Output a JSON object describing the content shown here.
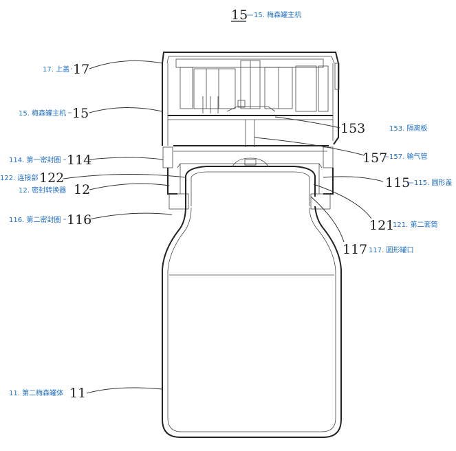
{
  "title": {
    "ref": "15",
    "label": "15. 梅森罐主机"
  },
  "labels": [
    {
      "id": "17",
      "ref": "17",
      "text": "17. 上盖"
    },
    {
      "id": "15",
      "ref": "15",
      "text": "15. 梅森罐主机"
    },
    {
      "id": "153",
      "ref": "153",
      "text": "153. 隔离板"
    },
    {
      "id": "157",
      "ref": "157",
      "text": "157. 输气管"
    },
    {
      "id": "114",
      "ref": "114",
      "text": "114. 第一密封圈"
    },
    {
      "id": "122",
      "ref": "122",
      "text": "122. 连接部"
    },
    {
      "id": "12",
      "ref": "12",
      "text": "12. 密封转换器"
    },
    {
      "id": "115",
      "ref": "115",
      "text": "115. 圆形盖"
    },
    {
      "id": "121",
      "ref": "121",
      "text": "121. 第二套筒"
    },
    {
      "id": "116",
      "ref": "116",
      "text": "116. 第二密封圈"
    },
    {
      "id": "117",
      "ref": "117",
      "text": "117. 圆形罐口"
    },
    {
      "id": "11",
      "ref": "11",
      "text": "11. 第二梅森罐体"
    }
  ]
}
